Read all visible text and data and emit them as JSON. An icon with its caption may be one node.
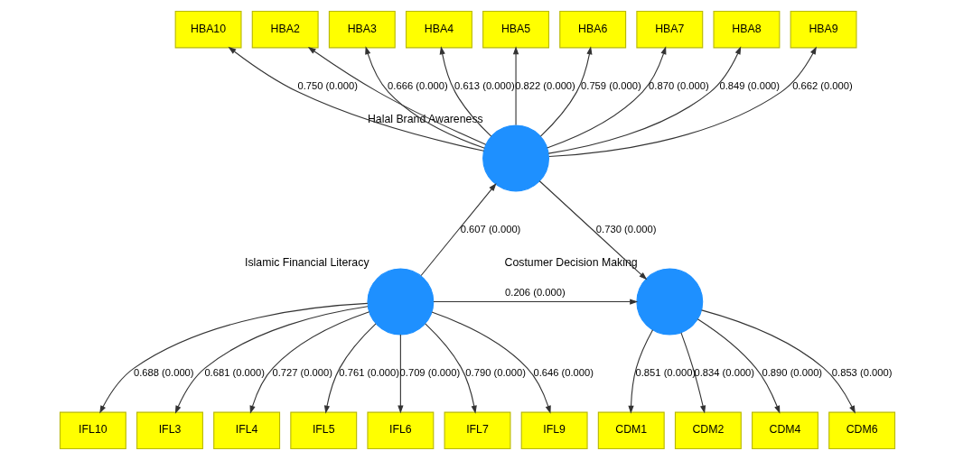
{
  "diagram": {
    "nodes": [
      {
        "text": [
          "Halal Brand Awareness"
        ]
      },
      {
        "text": [
          "HBA10"
        ]
      },
      {
        "text": [
          "HBA2"
        ]
      },
      {
        "text": [
          "HBA3"
        ]
      },
      {
        "text": [
          "HBA4"
        ]
      },
      {
        "text": [
          "HBA5"
        ]
      },
      {
        "text": [
          "HBA6"
        ]
      },
      {
        "text": [
          "HBA7"
        ]
      },
      {
        "text": [
          "HBA8"
        ]
      },
      {
        "text": [
          "HBA9"
        ]
      },
      {
        "text": [
          "Islamic Financial Literacy"
        ]
      },
      {
        "text": [
          "IFL10"
        ]
      },
      {
        "text": [
          "IFL3"
        ]
      },
      {
        "text": [
          "IFL4"
        ]
      },
      {
        "text": [
          "IFL5"
        ]
      },
      {
        "text": [
          "IFL6"
        ]
      },
      {
        "text": [
          "IFL7"
        ]
      },
      {
        "text": [
          "IFL9"
        ]
      },
      {
        "text": [
          "Costumer Decision Making"
        ]
      },
      {
        "text": [
          "CDM1"
        ]
      },
      {
        "text": [
          "CDM2"
        ]
      },
      {
        "text": [
          "CDM4"
        ]
      },
      {
        "text": [
          "CDM6"
        ]
      }
    ],
    "edges": [
      {
        "from": 0,
        "to": 1,
        "arrow": "to",
        "label": "0.750 (0.000)"
      },
      {
        "from": 0,
        "to": 2,
        "arrow": "to"
      },
      {
        "from": 0,
        "to": 3,
        "arrow": "to",
        "label": "0.666 (0.000)"
      },
      {
        "from": 0,
        "to": 4,
        "arrow": "to",
        "label": "0.613 (0.000)"
      },
      {
        "from": 0,
        "to": 5,
        "arrow": "to",
        "label": "0.822 (0.000)"
      },
      {
        "from": 0,
        "to": 6,
        "arrow": "to",
        "label": "0.759 (0.000)"
      },
      {
        "from": 0,
        "to": 7,
        "arrow": "to",
        "label": "0.870 (0.000)"
      },
      {
        "from": 0,
        "to": 8,
        "arrow": "to",
        "label": "0.849 (0.000)"
      },
      {
        "from": 0,
        "to": 9,
        "arrow": "to",
        "label": "0.662 (0.000)"
      },
      {
        "from": 10,
        "to": 11,
        "arrow": "to",
        "label": "0.688 (0.000)"
      },
      {
        "from": 10,
        "to": 12,
        "arrow": "to",
        "label": "0.681 (0.000)"
      },
      {
        "from": 10,
        "to": 13,
        "arrow": "to",
        "label": "0.727 (0.000)"
      },
      {
        "from": 10,
        "to": 14,
        "arrow": "to",
        "label": "0.761 (0.000)"
      },
      {
        "from": 10,
        "to": 15,
        "arrow": "to",
        "label": "0.709 (0.000)"
      },
      {
        "from": 10,
        "to": 16,
        "arrow": "to",
        "label": "0.790 (0.000)"
      },
      {
        "from": 10,
        "to": 17,
        "arrow": "to",
        "label": "0.646 (0.000)"
      },
      {
        "from": 18,
        "to": 19,
        "arrow": "to",
        "label": "0.851 (0.000)"
      },
      {
        "from": 18,
        "to": 20,
        "arrow": "to",
        "label": "0.834 (0.000)"
      },
      {
        "from": 18,
        "to": 21,
        "arrow": "to",
        "label": "0.890 (0.000)"
      },
      {
        "from": 18,
        "to": 22,
        "arrow": "to",
        "label": "0.853 (0.000)"
      },
      {
        "from": 10,
        "to": 0,
        "arrow": "to",
        "label": "0.607 (0.000)"
      },
      {
        "from": 0,
        "to": 18,
        "arrow": "to",
        "label": "0.730 (0.000)"
      },
      {
        "from": 10,
        "to": 18,
        "arrow": "to",
        "label": "0.206 (0.000)"
      }
    ]
  }
}
